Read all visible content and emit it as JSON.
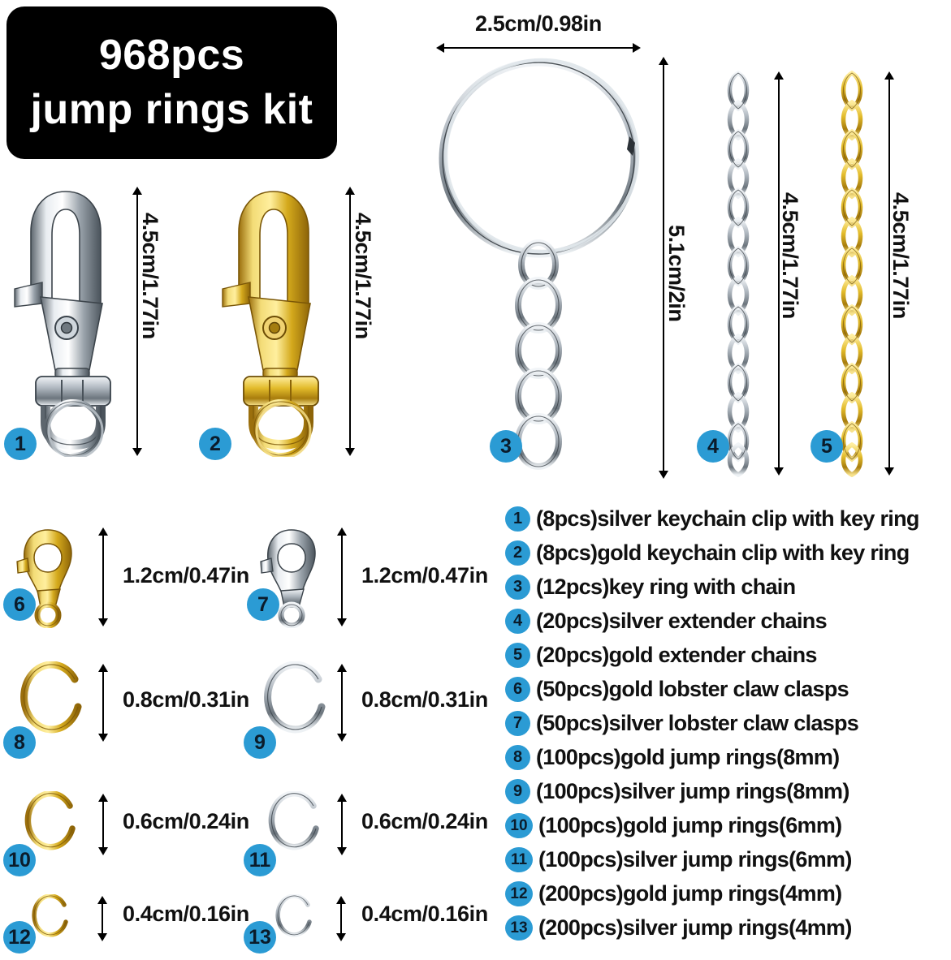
{
  "title": {
    "line1": "968pcs",
    "line2": "jump rings kit",
    "background": "#000000",
    "text_color": "#ffffff"
  },
  "theme": {
    "badge_blue": "#2b9bd4",
    "badge_number_color": "#0b1c2b",
    "gold": "#e0b72b",
    "silver": "#b9bec4",
    "page_background": "#ffffff"
  },
  "dimensions": {
    "clip_silver": "4.5cm/1.77in",
    "clip_gold": "4.5cm/1.77in",
    "key_ring_width": "2.5cm/0.98in",
    "key_ring_height": "5.1cm/2in",
    "extender_silver": "4.5cm/1.77in",
    "extender_gold": "4.5cm/1.77in",
    "clasp_gold": "1.2cm/0.47in",
    "clasp_silver": "1.2cm/0.47in",
    "ring_8mm_gold": "0.8cm/0.31in",
    "ring_8mm_silver": "0.8cm/0.31in",
    "ring_6mm_gold": "0.6cm/0.24in",
    "ring_6mm_silver": "0.6cm/0.24in",
    "ring_4mm_gold": "0.4cm/0.16in",
    "ring_4mm_silver": "0.4cm/0.16in"
  },
  "markers": {
    "m1": "1",
    "m2": "2",
    "m3": "3",
    "m4": "4",
    "m5": "5",
    "m6": "6",
    "m7": "7",
    "m8": "8",
    "m9": "9",
    "m10": "10",
    "m11": "11",
    "m12": "12",
    "m13": "13"
  },
  "legend": {
    "items": [
      {
        "num": "1",
        "text": "(8pcs)silver keychain clip with key ring"
      },
      {
        "num": "2",
        "text": "(8pcs)gold keychain clip with key ring"
      },
      {
        "num": "3",
        "text": "(12pcs)key ring with chain"
      },
      {
        "num": "4",
        "text": "(20pcs)silver extender chains"
      },
      {
        "num": "5",
        "text": "(20pcs)gold extender chains"
      },
      {
        "num": "6",
        "text": "(50pcs)gold lobster claw clasps"
      },
      {
        "num": "7",
        "text": "(50pcs)silver lobster claw clasps"
      },
      {
        "num": "8",
        "text": "(100pcs)gold jump rings(8mm)"
      },
      {
        "num": "9",
        "text": "(100pcs)silver jump rings(8mm)"
      },
      {
        "num": "10",
        "text": "(100pcs)gold jump rings(6mm)"
      },
      {
        "num": "11",
        "text": "(100pcs)silver jump rings(6mm)"
      },
      {
        "num": "12",
        "text": "(200pcs)gold jump rings(4mm)"
      },
      {
        "num": "13",
        "text": "(200pcs)silver jump rings(4mm)"
      }
    ]
  }
}
